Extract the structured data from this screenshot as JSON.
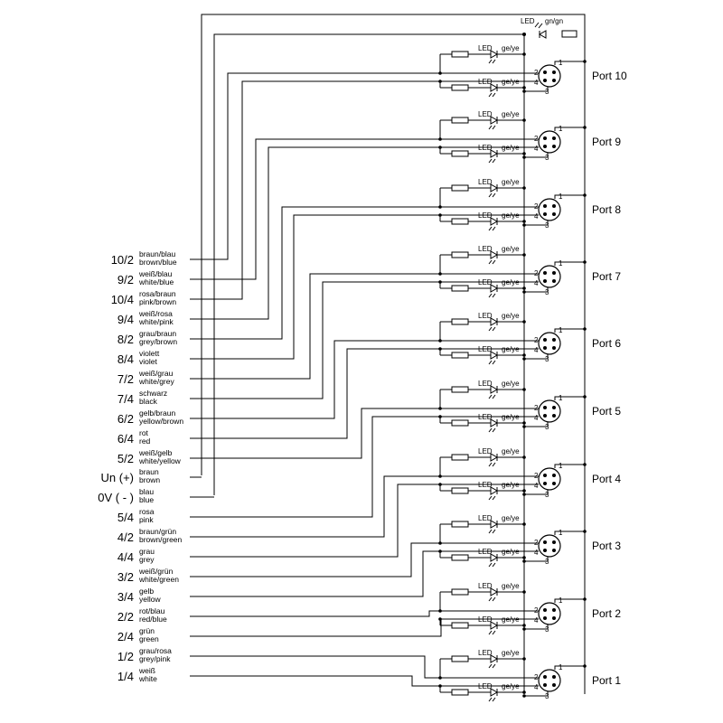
{
  "header_led": {
    "led": "LED",
    "color": "gn/gn"
  },
  "led_label": "LED",
  "led_color": "ge/ye",
  "pin_numbers": [
    "1",
    "2",
    "3",
    "4"
  ],
  "ports": [
    "Port 10",
    "Port 9",
    "Port 8",
    "Port 7",
    "Port 6",
    "Port 5",
    "Port 4",
    "Port 3",
    "Port 2",
    "Port 1"
  ],
  "wires": [
    {
      "pin": "10/2",
      "de": "braun/blau",
      "en": "brown/blue"
    },
    {
      "pin": "9/2",
      "de": "weiß/blau",
      "en": "white/blue"
    },
    {
      "pin": "10/4",
      "de": "rosa/braun",
      "en": "pink/brown"
    },
    {
      "pin": "9/4",
      "de": "weiß/rosa",
      "en": "white/pink"
    },
    {
      "pin": "8/2",
      "de": "grau/braun",
      "en": "grey/brown"
    },
    {
      "pin": "8/4",
      "de": "violett",
      "en": "violet"
    },
    {
      "pin": "7/2",
      "de": "weiß/grau",
      "en": "white/grey"
    },
    {
      "pin": "7/4",
      "de": "schwarz",
      "en": "black"
    },
    {
      "pin": "6/2",
      "de": "gelb/braun",
      "en": "yellow/brown"
    },
    {
      "pin": "6/4",
      "de": "rot",
      "en": "red"
    },
    {
      "pin": "5/2",
      "de": "weiß/gelb",
      "en": "white/yellow"
    },
    {
      "pin": "Un (+)",
      "de": "braun",
      "en": "brown"
    },
    {
      "pin": "0V ( - )",
      "de": "blau",
      "en": "blue"
    },
    {
      "pin": "5/4",
      "de": "rosa",
      "en": "pink"
    },
    {
      "pin": "4/2",
      "de": "braun/grün",
      "en": "brown/green"
    },
    {
      "pin": "4/4",
      "de": "grau",
      "en": "grey"
    },
    {
      "pin": "3/2",
      "de": "weiß/grün",
      "en": "white/green"
    },
    {
      "pin": "3/4",
      "de": "gelb",
      "en": "yellow"
    },
    {
      "pin": "2/2",
      "de": "rot/blau",
      "en": "red/blue"
    },
    {
      "pin": "2/4",
      "de": "grün",
      "en": "green"
    },
    {
      "pin": "1/2",
      "de": "grau/rosa",
      "en": "grey/pink"
    },
    {
      "pin": "1/4",
      "de": "weiß",
      "en": "white"
    }
  ]
}
